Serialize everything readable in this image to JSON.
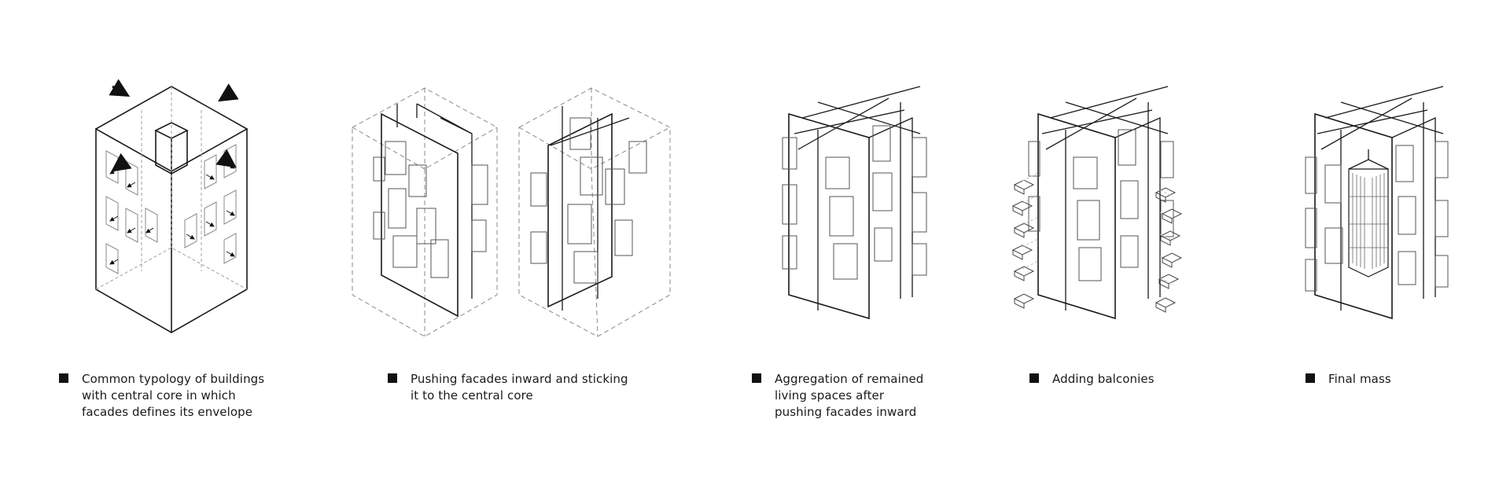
{
  "colors": {
    "line": "#1a1a1a",
    "ghost": "#9a9a9a",
    "background": "#ffffff"
  },
  "steps": [
    {
      "lines": [
        "Common typology of buildings",
        "with central core in which",
        "facades defines its envelope"
      ]
    },
    {
      "lines": [
        "Pushing facades inward and sticking",
        "it to the central core"
      ]
    },
    {
      "lines": [
        "Aggregation of remained",
        "living spaces after",
        "pushing facades inward"
      ]
    },
    {
      "lines": [
        "Adding balconies"
      ]
    },
    {
      "lines": [
        "Final mass"
      ]
    }
  ]
}
